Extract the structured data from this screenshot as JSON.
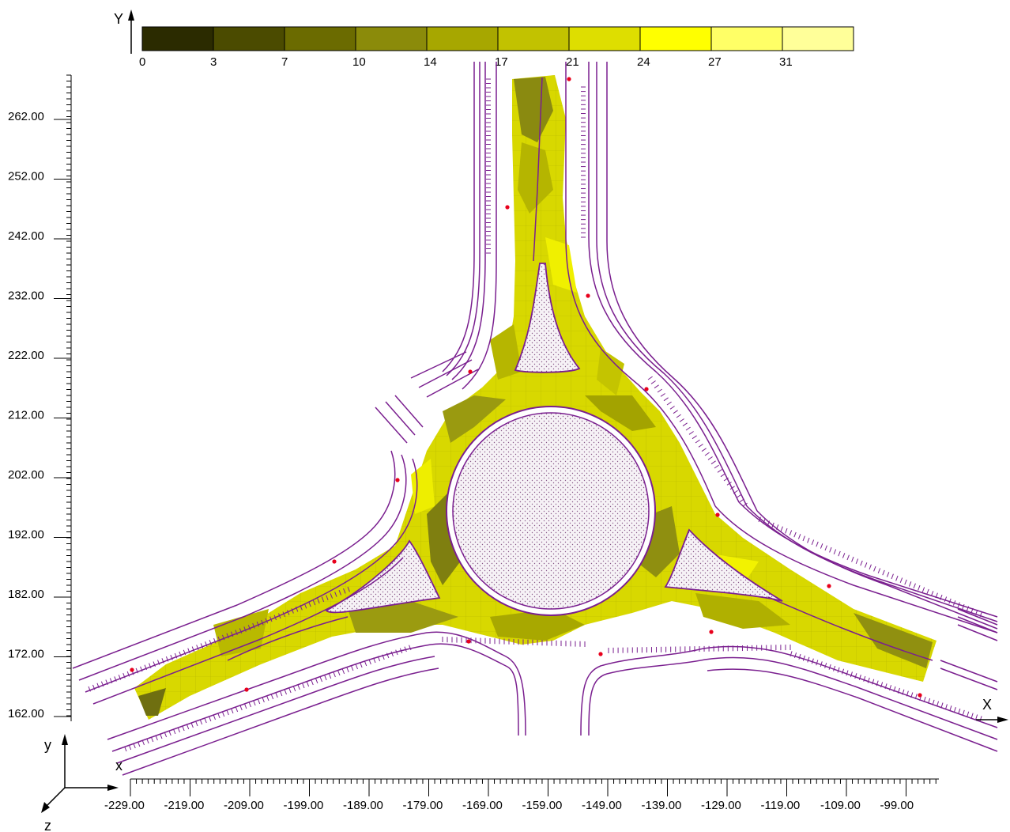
{
  "legend": {
    "ticks": [
      "0",
      "3",
      "7",
      "10",
      "14",
      "17",
      "21",
      "24",
      "27",
      "31"
    ],
    "colors": [
      "#2b2b00",
      "#4b4b00",
      "#6b6b00",
      "#8b8b0a",
      "#a7a700",
      "#c2c200",
      "#dede00",
      "#ffff00",
      "#ffff66",
      "#ffff99"
    ]
  },
  "x_axis": {
    "letter": "X",
    "ticks": [
      "-229.00",
      "-219.00",
      "-209.00",
      "-199.00",
      "-189.00",
      "-179.00",
      "-169.00",
      "-159.00",
      "-149.00",
      "-139.00",
      "-129.00",
      "-119.00",
      "-109.00",
      "-99.00"
    ]
  },
  "y_axis": {
    "letter": "Y",
    "ticks": [
      "262.00",
      "252.00",
      "242.00",
      "232.00",
      "222.00",
      "212.00",
      "202.00",
      "192.00",
      "182.00",
      "172.00",
      "162.00"
    ]
  },
  "triad": {
    "x": "x",
    "y": "y",
    "z": "z"
  },
  "colors": {
    "road_line": "#7a1f8f",
    "marker": "#e8001c",
    "paved": "#d9d900",
    "dark_zone": "#8f8f1a",
    "island_fill": "#f4f0f4"
  }
}
